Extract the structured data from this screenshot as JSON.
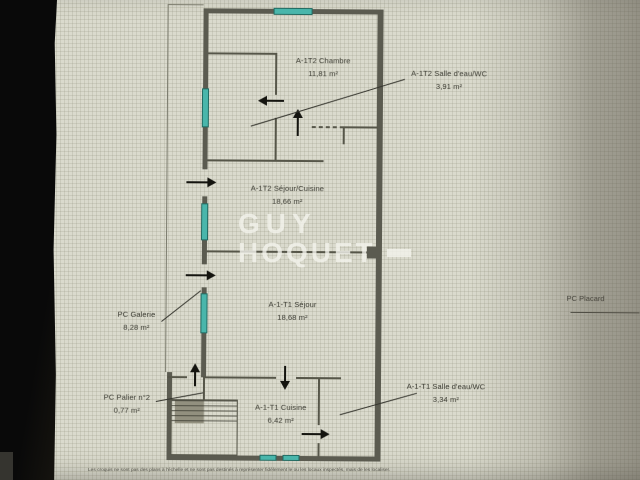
{
  "watermark": {
    "line1": "GUY",
    "line2": "HOQUET"
  },
  "rooms": [
    {
      "id": "chambre-t2",
      "name": "A-1T2 Chambre",
      "area": "11,81 m²"
    },
    {
      "id": "sdb-t2",
      "name": "A-1T2 Salle d'eau/WC",
      "area": "3,91 m²"
    },
    {
      "id": "sejour-t2",
      "name": "A-1T2 Séjour/Cuisine",
      "area": "18,66 m²"
    },
    {
      "id": "galerie",
      "name": "PC Galerie",
      "area": "8,28 m²"
    },
    {
      "id": "sejour-t1",
      "name": "A-1-T1 Séjour",
      "area": "18,68 m²"
    },
    {
      "id": "palier",
      "name": "PC Palier n°2",
      "area": "0,77 m²"
    },
    {
      "id": "cuisine-t1",
      "name": "A-1-T1 Cuisine",
      "area": "6,42 m²"
    },
    {
      "id": "sdb-t1",
      "name": "A-1-T1 Salle d'eau/WC",
      "area": "3,34 m²"
    },
    {
      "id": "placard",
      "name": "PC Placard",
      "area": ""
    }
  ],
  "footer": {
    "disclaimer": "Les croquis ne sont pas des plans à l'échelle et ne sont pas destinés à représenter fidèlement le ou les locaux inspectés, mais de les localiser."
  },
  "colors": {
    "wall": "#5b5b50",
    "window_teal": "#49b6ab",
    "paper": "#dadacd",
    "right_shadow": "#8f8a7b",
    "watermark": "#f3f3ec"
  }
}
